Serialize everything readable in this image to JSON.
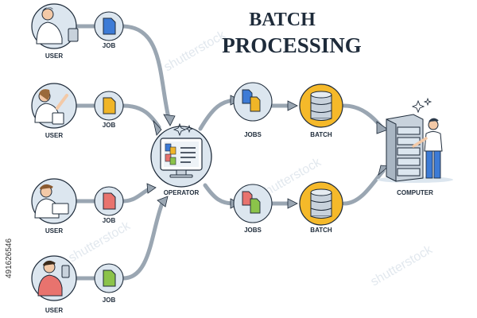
{
  "title": {
    "line1": "BATCH",
    "line2": "PROCESSING"
  },
  "users": [
    {
      "label": "USER",
      "job_label": "JOB",
      "job_color": "#3d7bd6"
    },
    {
      "label": "USER",
      "job_label": "JOB",
      "job_color": "#f0b528"
    },
    {
      "label": "USER",
      "job_label": "JOB",
      "job_color": "#e8736e"
    },
    {
      "label": "USER",
      "job_label": "JOB",
      "job_color": "#8bc34a"
    }
  ],
  "operator": {
    "label": "OPERATOR"
  },
  "jobs_groups": [
    {
      "label": "JOBS"
    },
    {
      "label": "JOBS"
    }
  ],
  "batches": [
    {
      "label": "BATCH"
    },
    {
      "label": "BATCH"
    }
  ],
  "computer": {
    "label": "COMPUTER"
  },
  "watermark": {
    "text": "shutterstock"
  },
  "stock_id": "491626546",
  "colors": {
    "outline": "#1e2b3a",
    "circle_bg": "#dce6ef",
    "arrow": "#9aa6b2",
    "batch_circle": "#f5b92a",
    "server": "#c8d2dc",
    "skin": "#f3c9a7"
  }
}
